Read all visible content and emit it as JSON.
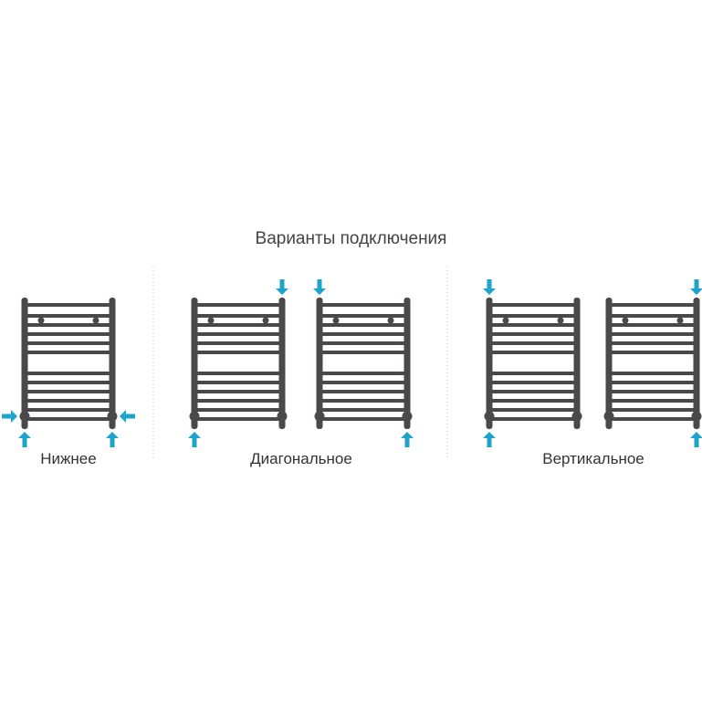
{
  "title": "Варианты подключения",
  "variants": [
    {
      "label": "Нижнее"
    },
    {
      "label": "Диагональное"
    },
    {
      "label": "Вертикальное"
    }
  ],
  "colors": {
    "radiator": "#4a4849",
    "arrow": "#1ea3c9",
    "divider": "#bbbbbb"
  }
}
